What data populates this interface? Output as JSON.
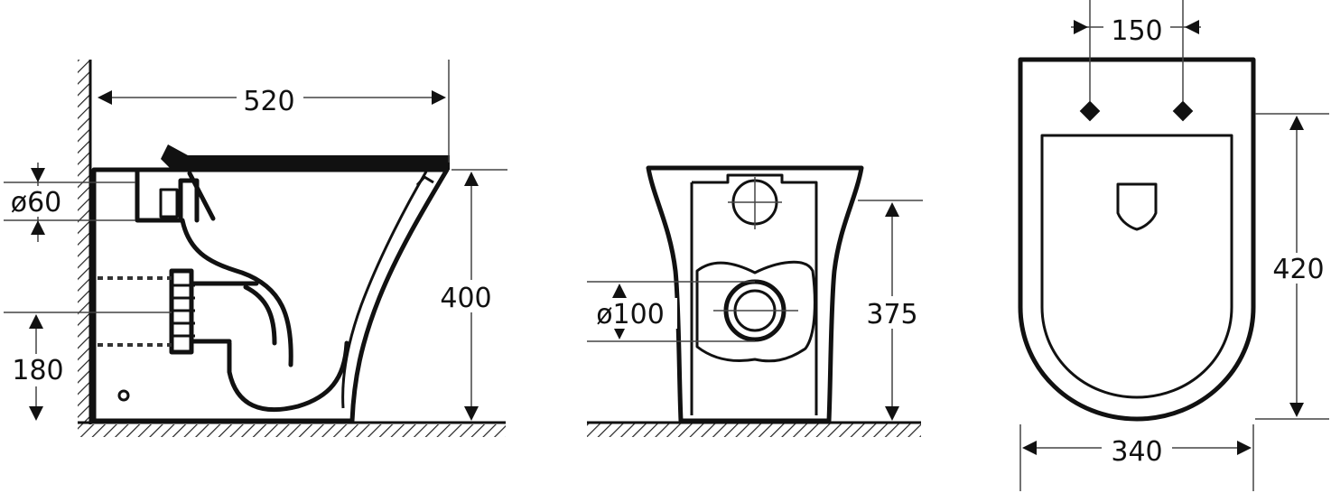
{
  "dimensions": {
    "side_width": "520",
    "inlet_diameter": "ø60",
    "height_total": "400",
    "outlet_height": "180",
    "outlet_diameter": "ø100",
    "front_height": "375",
    "mount_spacing": "150",
    "top_depth": "420",
    "top_width": "340"
  }
}
